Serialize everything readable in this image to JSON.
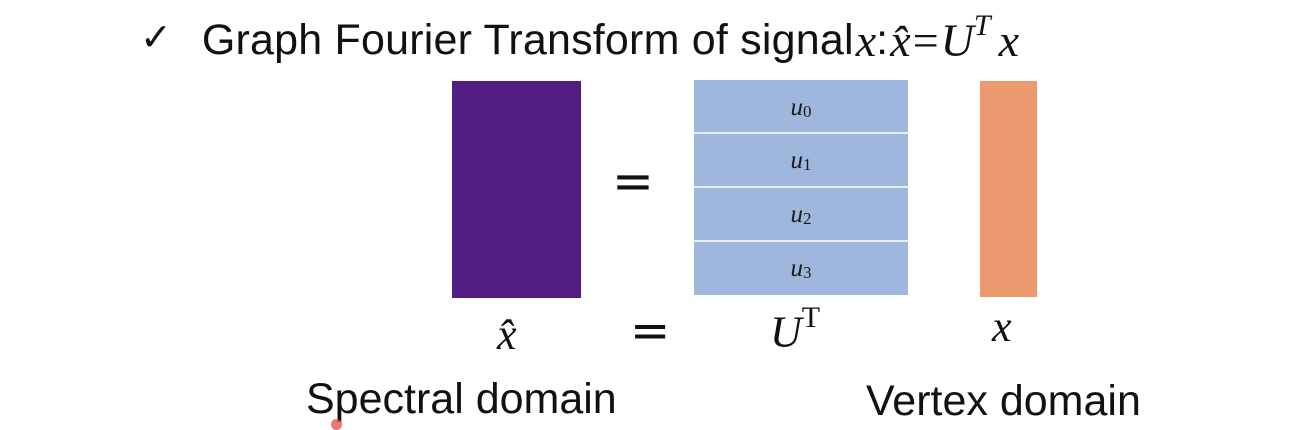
{
  "title": {
    "check": "✓",
    "text": "Graph Fourier Transform of signal ",
    "math_var": "x",
    "math_colon": ": ",
    "math_lhs": "x̂",
    "math_eq": " = ",
    "math_u": "U",
    "math_sup": "T",
    "math_x": "x"
  },
  "matrix": {
    "rows": [
      {
        "base": "u",
        "sub": "0"
      },
      {
        "base": "u",
        "sub": "1"
      },
      {
        "base": "u",
        "sub": "2"
      },
      {
        "base": "u",
        "sub": "3"
      }
    ]
  },
  "equals_top": "=",
  "labels": {
    "x_hat": "x̂",
    "equals": "=",
    "u": "U",
    "u_sup": "T",
    "x": "x"
  },
  "domains": {
    "spectral": "Spectral domain",
    "vertex": "Vertex domain"
  },
  "colors": {
    "x_hat_vector": "#531c83",
    "matrix": "#9fb6dd",
    "x_vector": "#ec9b70"
  }
}
